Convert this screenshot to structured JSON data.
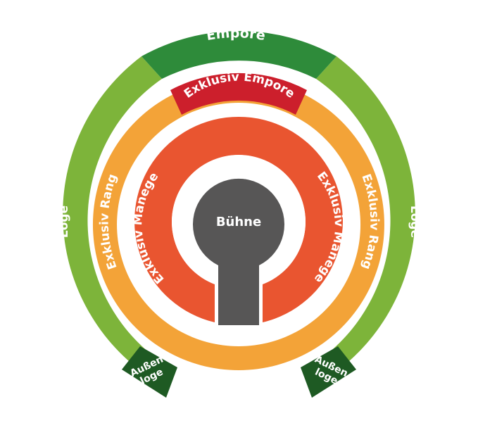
{
  "seating_plan": {
    "colors": {
      "loge": "#7DB43A",
      "empore": "#2E8B3A",
      "aussen_loge": "#1E5A23",
      "exklusiv_empore": "#CC1F2C",
      "exklusiv_rang": "#F3A338",
      "exklusiv_manege": "#E95530",
      "buehne": "#575656",
      "label": "#ffffff"
    },
    "sections": {
      "empore": "Empore",
      "exklusiv_empore": "Exklusiv Empore",
      "loge_left": "Loge",
      "loge_right": "Loge",
      "exklusiv_rang_left": "Exklusiv Rang",
      "exklusiv_rang_right": "Exklusiv Rang",
      "exklusiv_manege_left": "Exklusiv Manege",
      "exklusiv_manege_right": "Exklusiv Manege",
      "buehne": "Bühne",
      "aussen_loge_left_line1": "Außen",
      "aussen_loge_left_line2": "loge",
      "aussen_loge_right_line1": "Außen",
      "aussen_loge_right_line2": "loge"
    }
  }
}
